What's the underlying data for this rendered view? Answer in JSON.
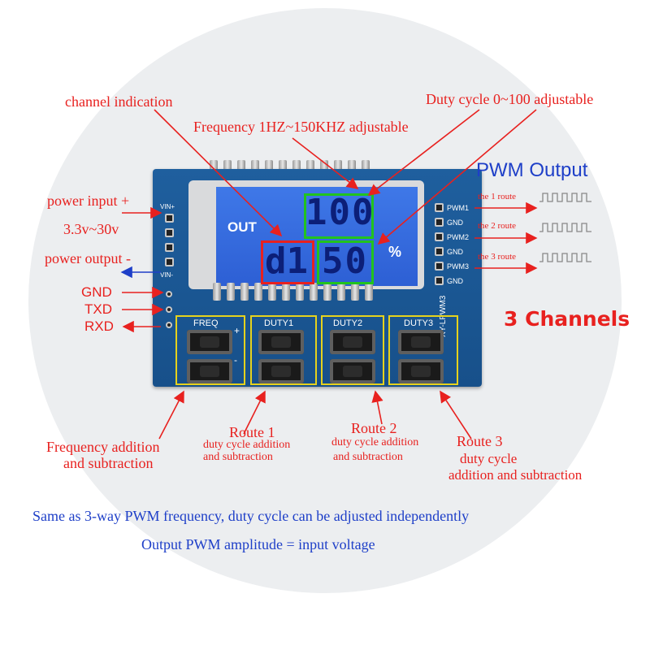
{
  "labels": {
    "channel_indication": "channel indication",
    "duty_cycle_range": "Duty cycle 0~100 adjustable",
    "frequency_range": "Frequency 1HZ~150KHZ adjustable",
    "pwm_output": "PWM Output",
    "power_input": "power input +",
    "voltage_range": "3.3v~30v",
    "power_output": "power output -",
    "gnd": "GND",
    "txd": "TXD",
    "rxd": "RXD",
    "route1_out": "the 1 route",
    "route2_out": "the 2 route",
    "route3_out": "the 3 route",
    "three_channels": "3 Channels",
    "freq_desc_line1": "Frequency addition",
    "freq_desc_line2": "and subtraction",
    "route1_title": "Route 1",
    "route1_line1": "duty cycle addition",
    "route1_line2": "and subtraction",
    "route2_title": "Route 2",
    "route2_line1": "duty cycle addition",
    "route2_line2": "and subtraction",
    "route3_title": "Route 3",
    "route3_line1": "duty cycle",
    "route3_line2": "addition and subtraction",
    "footer_line1": "Same as 3-way PWM frequency, duty cycle can be adjusted independently",
    "footer_line2": "Output PWM amplitude = input voltage"
  },
  "board": {
    "silk_vin_plus": "VIN+",
    "silk_vin_minus": "VIN-",
    "silk_pwm1": "PWM1",
    "silk_gnd1": "GND",
    "silk_pwm2": "PWM2",
    "silk_gnd2": "GND",
    "silk_pwm3": "PWM3",
    "silk_gnd3": "GND",
    "model": "XY-LPWM3",
    "btn_freq": "FREQ",
    "btn_duty1": "DUTY1",
    "btn_duty2": "DUTY2",
    "btn_duty3": "DUTY3",
    "plus": "+",
    "minus": "-"
  },
  "lcd": {
    "out_label": "OUT",
    "top_value": "100",
    "channel": "d1",
    "bottom_value": "50",
    "percent": "%"
  },
  "colors": {
    "annotation_red": "#e8211f",
    "annotation_blue": "#1e3fc8",
    "board_blue": "#1f5f9e",
    "lcd_blue": "#3f78e8",
    "highlight_green": "#22c31e",
    "highlight_yellow": "#e6d21c"
  }
}
